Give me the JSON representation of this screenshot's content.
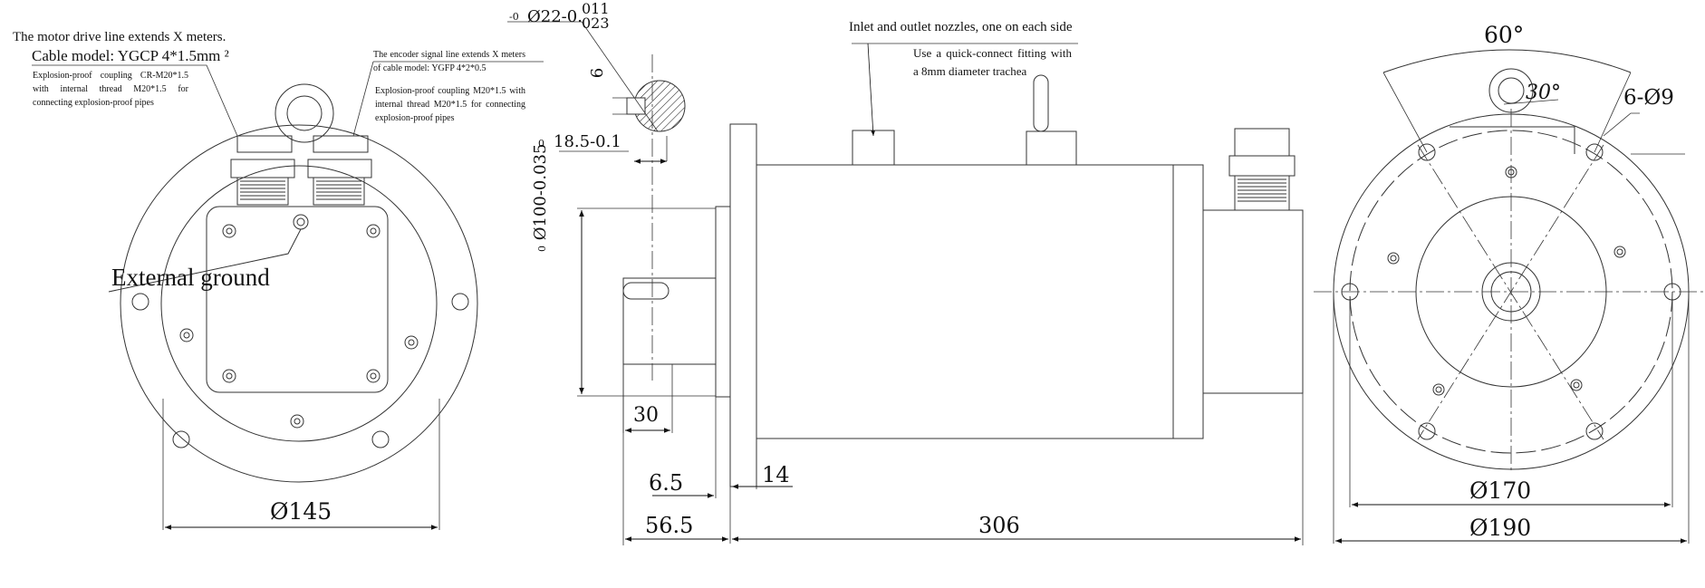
{
  "left_view": {
    "motor_line_title": "The motor drive line extends X meters.",
    "cable_model": "Cable model: YGCP 4*1.5mm ²",
    "left_coupling_note": "Explosion-proof coupling CR-M20*1.5 with internal thread M20*1.5 for connecting explosion-proof pipes",
    "encoder_note": "The encoder signal line extends X meters of cable model: YGFP 4*2*0.5",
    "right_coupling_note": "Explosion-proof coupling M20*1.5 with internal thread M20*1.5 for connecting explosion-proof pipes",
    "ground_label": "External ground",
    "diameter_145": "Ø145"
  },
  "side_view": {
    "shaft_tol_upper": "-0",
    "shaft_diameter": "Ø22-0.",
    "shaft_tol_a": "011",
    "shaft_tol_b": "023",
    "key_width": "6",
    "key_depth_zero": "0",
    "key_depth": "18.5-0.1",
    "pilot_zero": "0",
    "pilot_diameter": "Ø100-0.035",
    "dim_30": "30",
    "dim_6_5": "6.5",
    "dim_14": "14",
    "dim_56_5": "56.5",
    "dim_306": "306",
    "nozzle_title": "Inlet and outlet nozzles, one on each side",
    "nozzle_note": "Use a quick-connect fitting with a 8mm diameter trachea"
  },
  "right_view": {
    "angle_60": "60°",
    "angle_30": "30°",
    "holes": "6-Ø9",
    "diameter_170": "Ø170",
    "diameter_190": "Ø190"
  }
}
